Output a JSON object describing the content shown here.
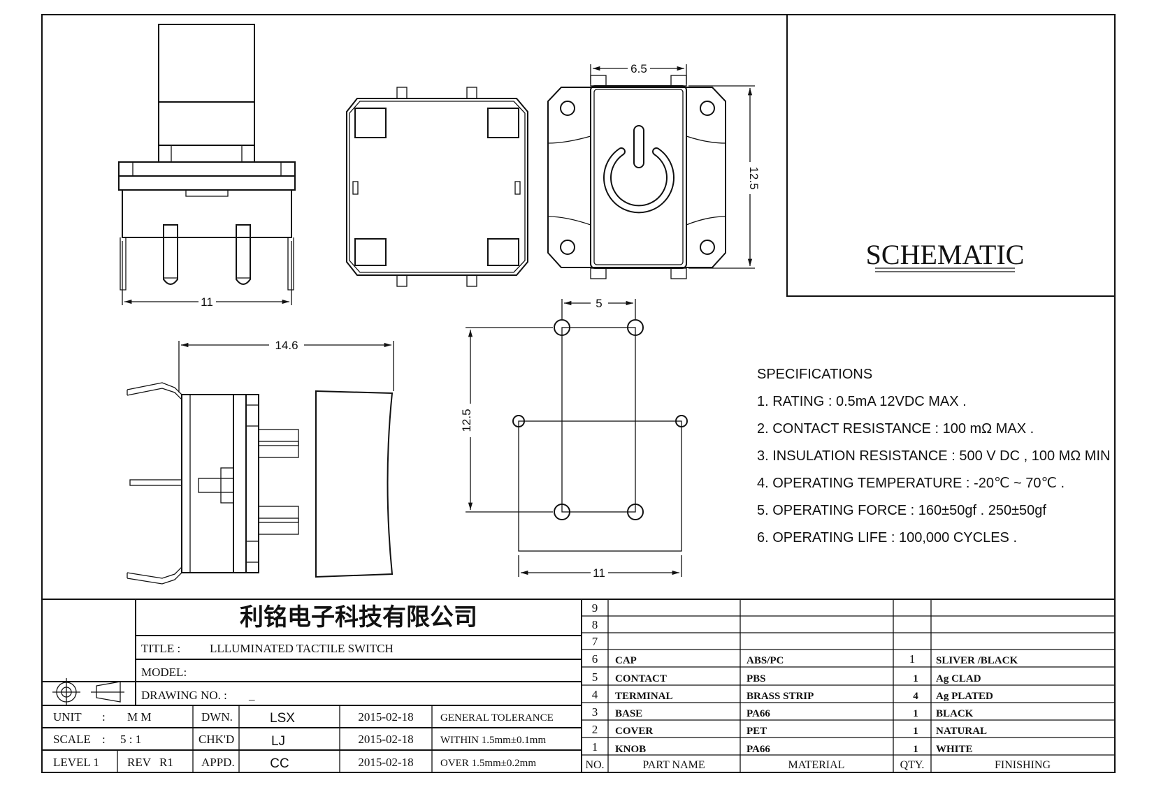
{
  "dimensions": {
    "side_width": "11",
    "top_width": "6.5",
    "top_height": "12.5",
    "profile_length": "14.6",
    "pcb_pitch_x": "5",
    "pcb_pitch_y": "12.5",
    "pcb_width": "11"
  },
  "schematic": {
    "label": "SCHEMATIC"
  },
  "specifications": {
    "heading": "SPECIFICATIONS",
    "items": [
      "1. RATING : 0.5mA 12VDC MAX .",
      "2. CONTACT RESISTANCE : 100 mΩ MAX .",
      "3. INSULATION RESISTANCE : 500 V DC , 100 MΩ MIN",
      "4. OPERATING TEMPERATURE : -20℃ ~ 70℃ .",
      "5. OPERATING FORCE : 160±50gf . 250±50gf",
      "6. OPERATING LIFE : 100,000 CYCLES ."
    ]
  },
  "title_block": {
    "company": "利铭电子科技有限公司",
    "title_label": "TITLE :",
    "title_value": "LLLUMINATED TACTILE SWITCH",
    "model_label": "MODEL:",
    "drawing_no_label": "DRAWING NO. :",
    "drawing_no_value": "_",
    "unit_label": "UNIT",
    "unit_sep": ":",
    "unit_value": "M M",
    "scale_label": "SCALE",
    "scale_sep": ":",
    "scale_value": "5 : 1",
    "level_label": "LEVEL 1",
    "rev_label": "REV",
    "rev_value": "R1",
    "dwn_label": "DWN.",
    "chk_label": "CHK'D",
    "appd_label": "APPD.",
    "dwn_name": "LSX",
    "chk_name": "LJ",
    "appd_name": "CC",
    "dwn_date": "2015-02-18",
    "chk_date": "2015-02-18",
    "appd_date": "2015-02-18",
    "tol_title": "GENERAL TOLERANCE",
    "tol_within": "WITHIN 1.5mm±0.1mm",
    "tol_over": "OVER  1.5mm±0.2mm"
  },
  "bom": {
    "headers": {
      "no": "NO.",
      "part": "PART NAME",
      "material": "MATERIAL",
      "qty": "QTY.",
      "finishing": "FINISHING"
    },
    "rows": [
      {
        "no": "9",
        "part": "",
        "material": "",
        "qty": "",
        "finishing": ""
      },
      {
        "no": "8",
        "part": "",
        "material": "",
        "qty": "",
        "finishing": ""
      },
      {
        "no": "7",
        "part": "",
        "material": "",
        "qty": "",
        "finishing": ""
      },
      {
        "no": "6",
        "part": "CAP",
        "material": "ABS/PC",
        "qty": "1",
        "finishing": "SLIVER /BLACK"
      },
      {
        "no": "5",
        "part": "CONTACT",
        "material": "PBS",
        "qty": "1",
        "finishing": "Ag CLAD"
      },
      {
        "no": "4",
        "part": "TERMINAL",
        "material": "BRASS STRIP",
        "qty": "4",
        "finishing": "Ag PLATED"
      },
      {
        "no": "3",
        "part": "BASE",
        "material": "PA66",
        "qty": "1",
        "finishing": "BLACK"
      },
      {
        "no": "2",
        "part": "COVER",
        "material": "PET",
        "qty": "1",
        "finishing": "NATURAL"
      },
      {
        "no": "1",
        "part": "KNOB",
        "material": "PA66",
        "qty": "1",
        "finishing": "WHITE"
      }
    ]
  }
}
